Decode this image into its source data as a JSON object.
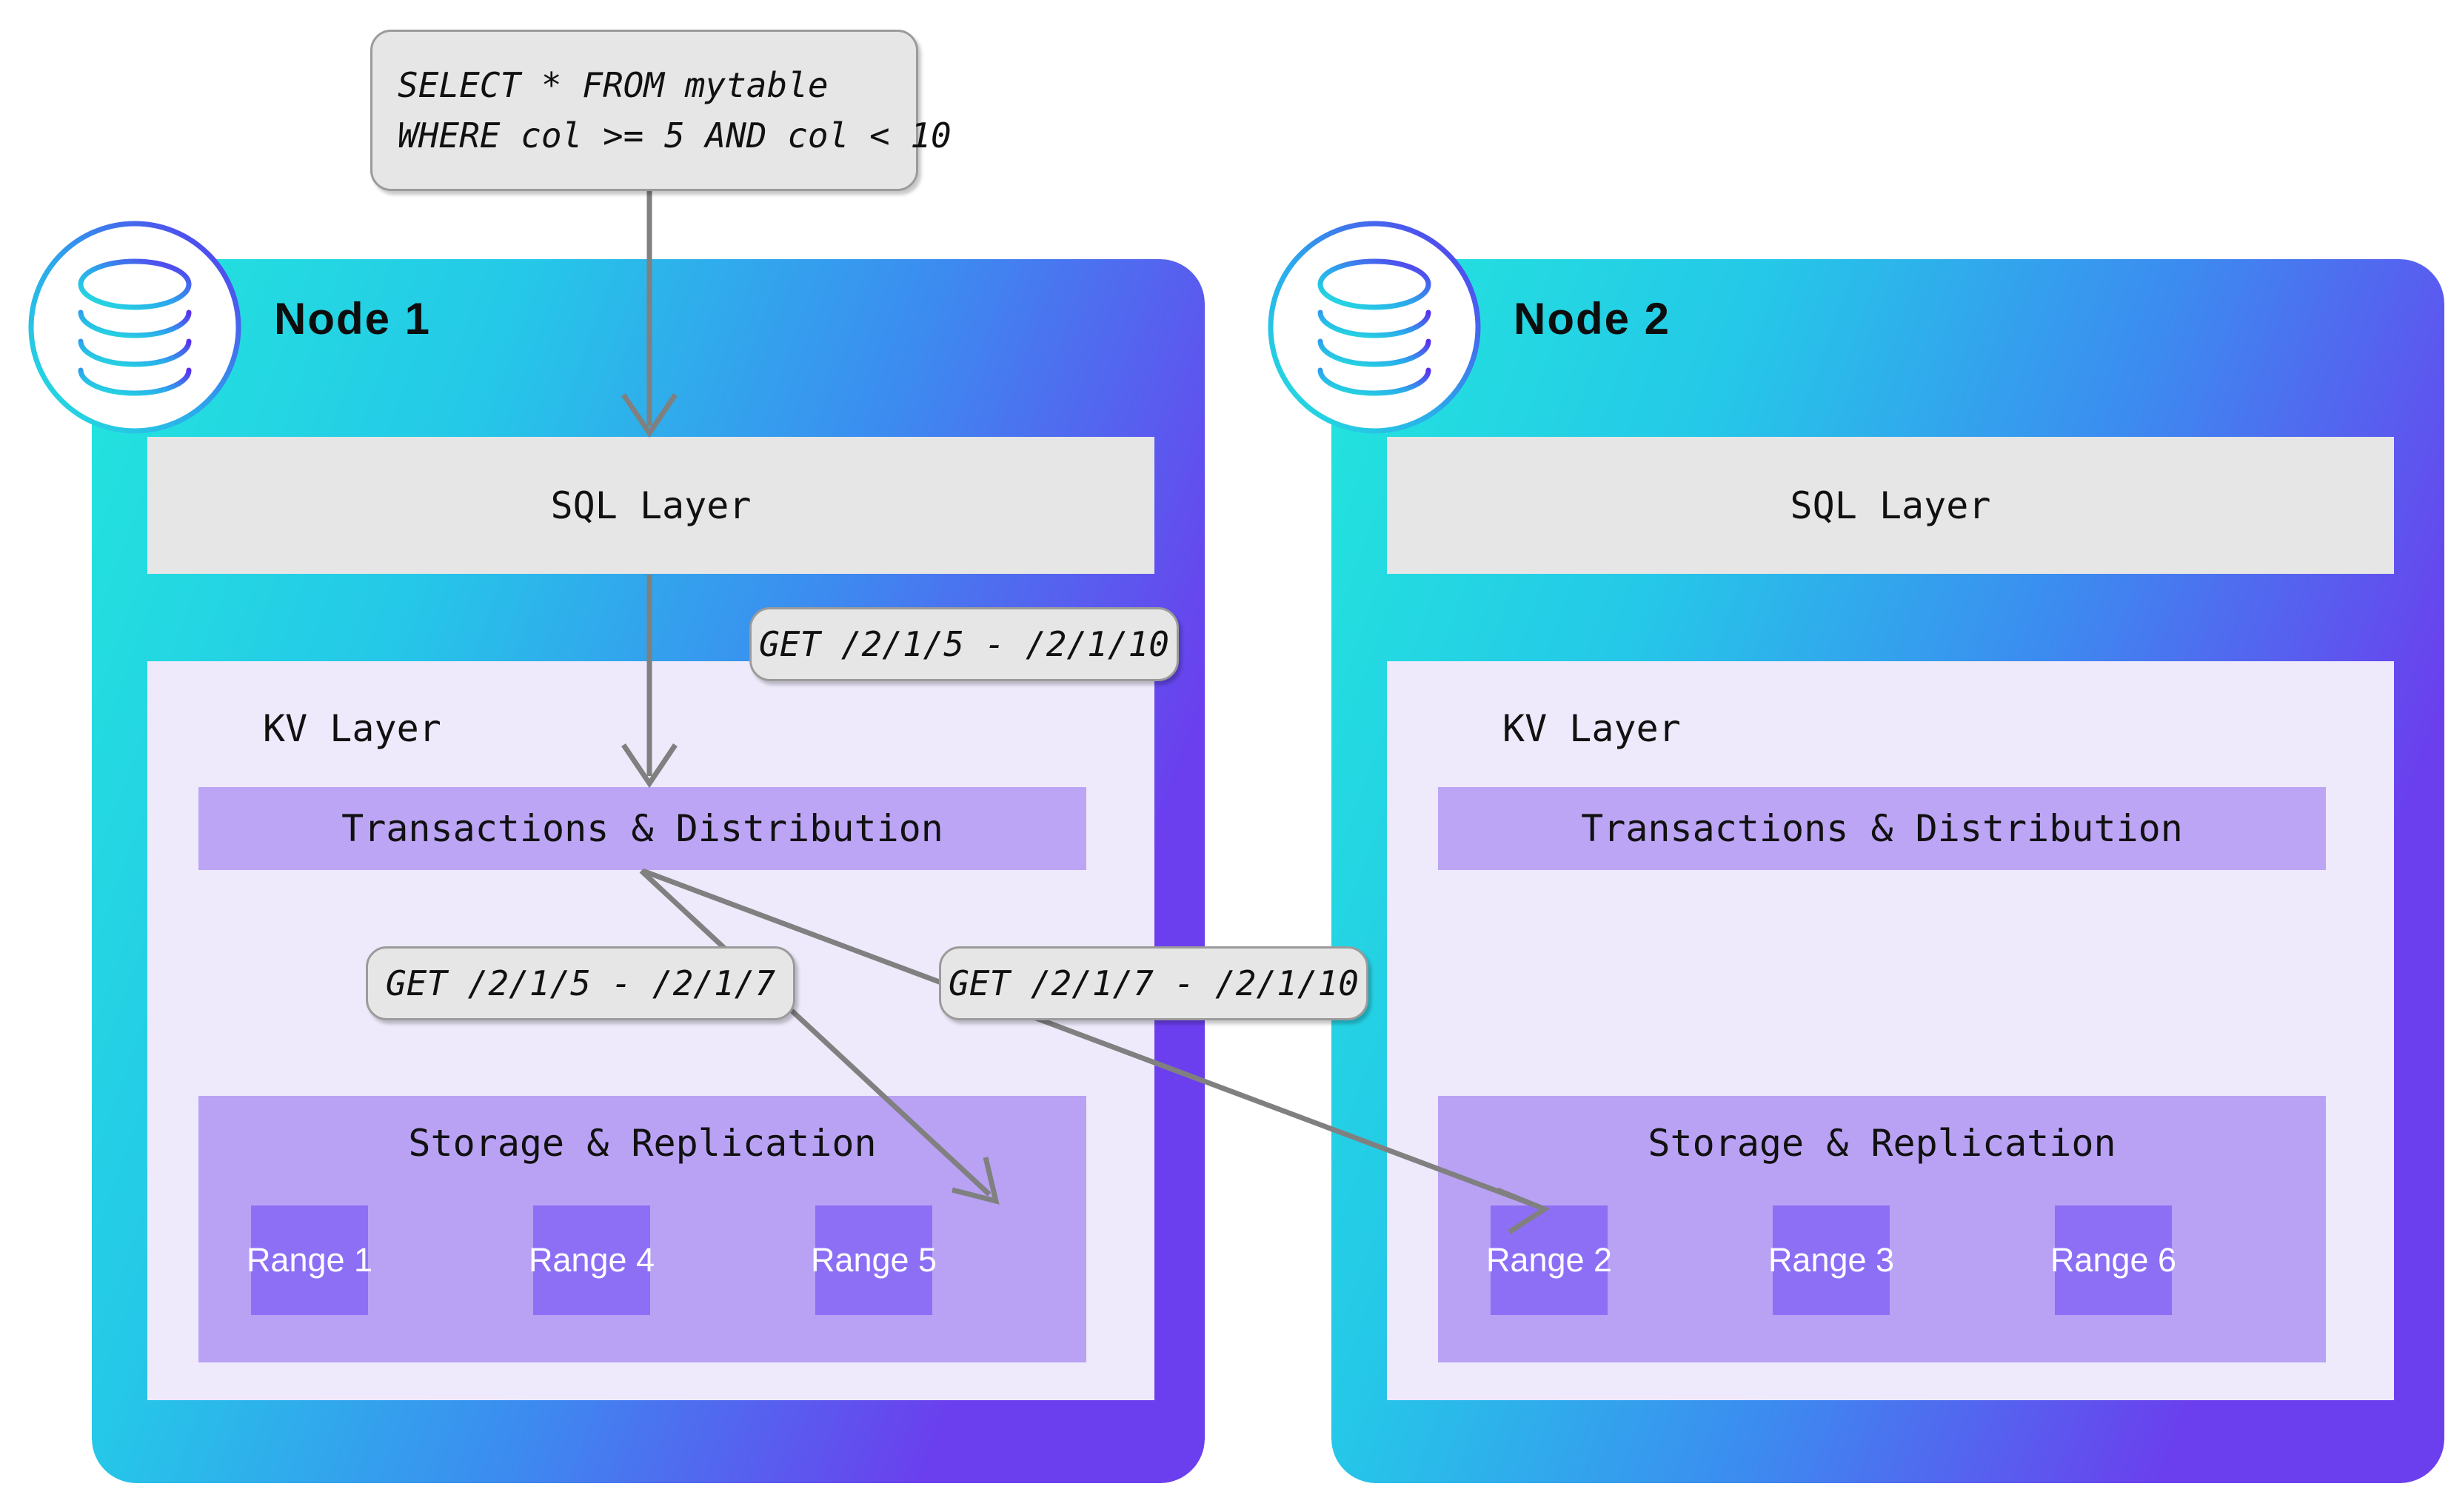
{
  "diagram": {
    "title": "Distributed SQL query routing across nodes",
    "background": "#ffffff",
    "accent_cyan": "#22E6DC",
    "accent_purple": "#6B3FEE",
    "arrow_color": "#808080",
    "bubble_bg": "#E6E6E6",
    "sql_layer_bg": "#E6E6E6",
    "kv_layer_bg": "#EEEAFB",
    "txn_bg": "#BCA5F5",
    "storage_bg": "#B9A2F4",
    "range_bg": "#8D6FF6"
  },
  "query_bubble": {
    "line1": "SELECT * FROM mytable",
    "line2": "WHERE col >= 5 AND col < 10",
    "text": "SELECT * FROM mytable\nWHERE col >= 5 AND col < 10"
  },
  "callouts": {
    "kv_request": "GET /2/1/5 - /2/1/10",
    "range_request_local": "GET /2/1/5 - /2/1/7",
    "range_request_remote": "GET /2/1/7 - /2/1/10"
  },
  "nodes": [
    {
      "id": "node-1",
      "title": "Node 1",
      "icon": "database-icon",
      "sql_layer_label": "SQL Layer",
      "kv_layer_label": "KV Layer",
      "transactions_label": "Transactions & Distribution",
      "storage_label": "Storage & Replication",
      "ranges": [
        "Range 1",
        "Range 4",
        "Range 5"
      ]
    },
    {
      "id": "node-2",
      "title": "Node 2",
      "icon": "database-icon",
      "sql_layer_label": "SQL Layer",
      "kv_layer_label": "KV Layer",
      "transactions_label": "Transactions & Distribution",
      "storage_label": "Storage & Replication",
      "ranges": [
        "Range 2",
        "Range 3",
        "Range 6"
      ]
    }
  ]
}
